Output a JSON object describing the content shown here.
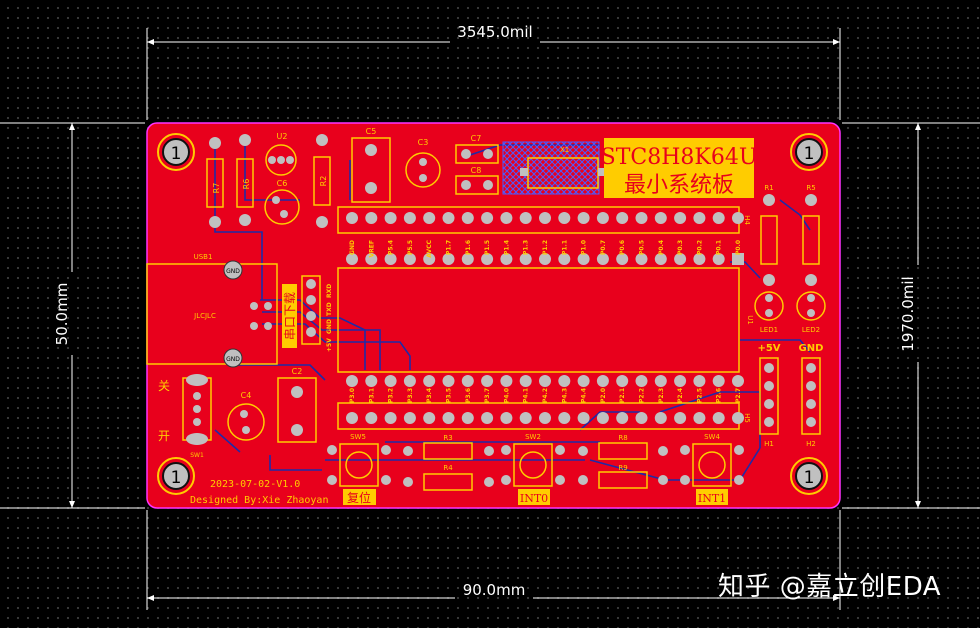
{
  "board": {
    "title_line1": "STC8H8K64U",
    "title_line2": "最小系统板",
    "date_version": "2023-07-02-V1.0",
    "designer": "Designed By:Xie Zhaoyan",
    "mounting_hole_label": "1",
    "usb_label": "USB1",
    "usb_chip_text": "JLCJLC",
    "gnd_short": "GND",
    "serial_label": "串口下载",
    "serial_pins": [
      "+5V",
      "GND",
      "TXD",
      "RXD"
    ],
    "power_off_label": "关",
    "power_on_label": "开",
    "reset_label": "复位",
    "int0_label": "INT0",
    "int1_label": "INT1",
    "header_plus5v": "+5V",
    "header_gnd": "GND",
    "u1_label": "U1",
    "x1_label": "X1"
  },
  "components": {
    "R7": "R7",
    "R6": "R6",
    "R2": "R2",
    "U2": "U2",
    "C6": "C6",
    "C5": "C5",
    "C3": "C3",
    "C7": "C7",
    "C8": "C8",
    "R1": "R1",
    "R5": "R5",
    "LED1": "LED1",
    "LED2": "LED2",
    "H1": "H1",
    "H2": "H2",
    "H4": "H4",
    "H5": "H5",
    "C2": "C2",
    "C4": "C4",
    "SW1": "SW1",
    "SW5": "SW5",
    "SW2": "SW2",
    "SW4": "SW4",
    "R3": "R3",
    "R4": "R4",
    "R8": "R8",
    "R9": "R9"
  },
  "top_pins": [
    "GND",
    "VREF",
    "P5.4",
    "P5.5",
    "AVCC",
    "P1.7",
    "P1.6",
    "P1.5",
    "P1.4",
    "P1.3",
    "P1.2",
    "P1.1",
    "P1.0",
    "P0.7",
    "P0.6",
    "P0.5",
    "P0.4",
    "P0.3",
    "P0.2",
    "P0.1",
    "P0.0"
  ],
  "bottom_pins": [
    "P3.0",
    "P3.1",
    "P3.2",
    "P3.3",
    "P3.4",
    "P3.5",
    "P3.6",
    "P3.7",
    "P4.0",
    "P4.1",
    "P4.2",
    "P4.3",
    "P4.4",
    "P2.0",
    "P2.1",
    "P2.2",
    "P2.3",
    "P2.4",
    "P2.5",
    "P2.6",
    "P2.7"
  ],
  "dimensions": {
    "top": "3545.0mil",
    "bottom": "90.0mm",
    "left": "50.0mm",
    "right": "1970.0mil"
  },
  "watermark": "知乎 @嘉立创EDA",
  "colors": {
    "board": "#e8001c",
    "silk": "#ffcc00",
    "pad": "#c0c0c0",
    "outline": "#ff33ff",
    "trace": "#1e2aa8",
    "dimension": "#ffffff"
  }
}
